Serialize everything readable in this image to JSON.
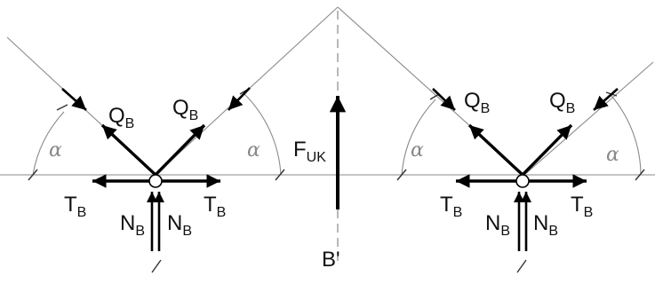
{
  "labels": {
    "Q": "Q",
    "Q_sub": "B",
    "T": "T",
    "T_sub": "B",
    "N": "N",
    "N_sub": "B",
    "F": "F",
    "F_sub": "UK",
    "angle": "α",
    "point": "B'"
  },
  "colors": {
    "force": "#000000",
    "construction": "#8a8a8a"
  }
}
